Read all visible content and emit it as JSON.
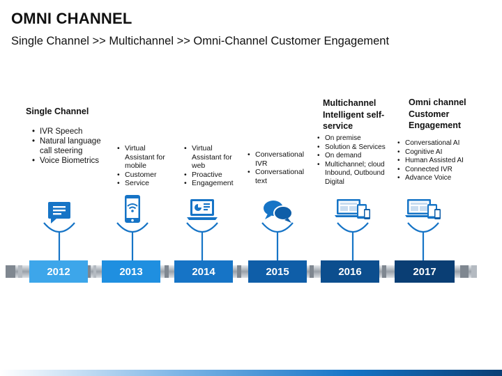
{
  "title": "OMNI CHANNEL",
  "subtitle": "Single Channel >> Multichannel >> Omni-Channel Customer Engagement",
  "stages": [
    {
      "year": "2012",
      "heading": "Single Channel",
      "icon": "chat-icon",
      "color": "#3DA6EA",
      "bullets": [
        "IVR Speech",
        "Natural language call steering",
        "Voice Biometrics"
      ]
    },
    {
      "year": "2013",
      "heading": "",
      "icon": "mobile-wifi-icon",
      "color": "#1F8FE0",
      "bullets": [
        "Virtual Assistant for mobile",
        "Customer",
        "Service"
      ]
    },
    {
      "year": "2014",
      "heading": "",
      "icon": "laptop-icon",
      "color": "#1674C6",
      "bullets": [
        "Virtual Assistant for web",
        "Proactive",
        "Engagement"
      ]
    },
    {
      "year": "2015",
      "heading": "",
      "icon": "speech-bubbles-icon",
      "color": "#0F5EA8",
      "bullets": [
        "Conversational IVR",
        "Conversational text"
      ]
    },
    {
      "year": "2016",
      "heading": "Multichannel Intelligent self-service",
      "icon": "devices-icon",
      "color": "#0C4E8E",
      "bullets": [
        "On premise",
        "Solution & Services",
        "On demand",
        "Multichannel; cloud Inbound, Outbound Digital"
      ]
    },
    {
      "year": "2017",
      "heading": "Omni channel Customer Engagement",
      "icon": "devices-icon",
      "color": "#0A3E74",
      "bullets": [
        "Conversational AI",
        "Cognitive AI",
        "Human Assisted AI",
        "Connected IVR",
        "Advance Voice"
      ]
    }
  ],
  "colors": {
    "icon": "#1674C6",
    "band_gray": "#8A9099",
    "band_light": "#C9CED4"
  }
}
